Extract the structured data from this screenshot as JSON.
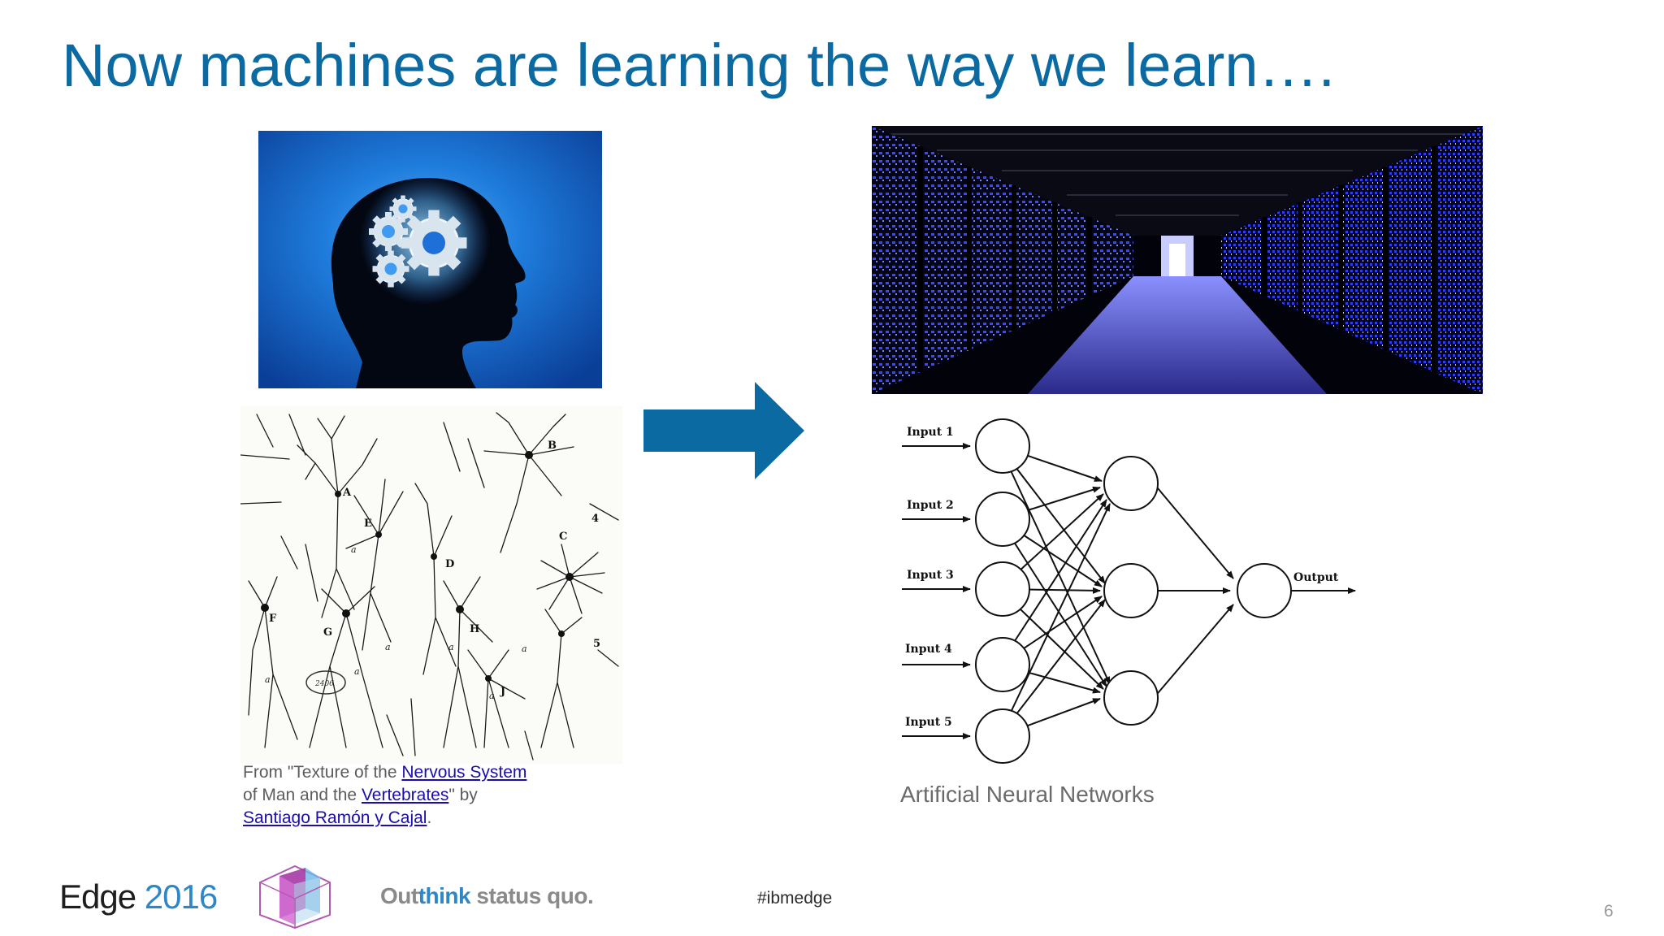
{
  "slide": {
    "title": "Now machines are learning the way we learn….",
    "page_number": "6"
  },
  "neuron_caption": {
    "part1": "From \"Texture of the ",
    "link1": "Nervous System",
    "part2": "of Man and the ",
    "link2": "Vertebrates",
    "part3": "\" by",
    "link3": "Santiago Ramón y Cajal",
    "part4": "."
  },
  "neuron_drawing": {
    "labels": [
      "A",
      "B",
      "C",
      "D",
      "E",
      "F",
      "G",
      "H",
      "J",
      "4",
      "5",
      "a",
      "a",
      "a",
      "a",
      "a",
      "a",
      "a"
    ],
    "stamp_text": "2406"
  },
  "network": {
    "inputs": [
      "Input 1",
      "Input 2",
      "Input 3",
      "Input 4",
      "Input 5"
    ],
    "output_label": "Output",
    "caption": "Artificial Neural Networks"
  },
  "footer": {
    "edge_word": "Edge",
    "edge_year": "2016",
    "tagline_part1": "Out",
    "tagline_accent": "think",
    "tagline_part2": " status quo.",
    "hashtag": "#ibmedge"
  },
  "colors": {
    "title": "#0a6aa1",
    "arrow": "#0a6aa1",
    "link": "#1a0dab",
    "brand_blue": "#2d86c6",
    "head_background": "#0b58b8",
    "server_glow": "#3a48ff"
  },
  "icons": {
    "arrow": "right-arrow-icon",
    "logo": "ibm-edge-cube-logo"
  }
}
